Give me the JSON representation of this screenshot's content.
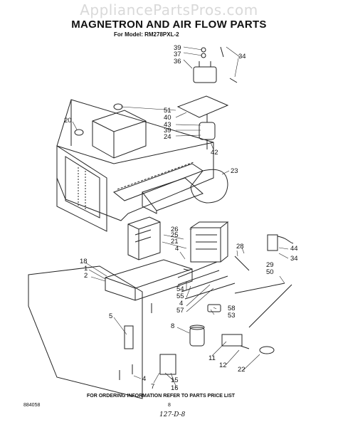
{
  "watermark": "AppliancePartsPros.com",
  "header": {
    "title": "MAGNETRON AND AIR FLOW PARTS",
    "model_line": "For Model: RM278PXL-2"
  },
  "footer": {
    "note": "FOR ORDERING INFORMATION REFER TO PARTS PRICE LIST",
    "doc_code": "884058",
    "page_number": "8",
    "handwritten": "127-D-8"
  },
  "callouts": {
    "c39a": "39",
    "c37": "37",
    "c36": "36",
    "c34a": "34",
    "c51": "51",
    "c40": "40",
    "c43": "43",
    "c39b": "39",
    "c24": "24",
    "c42": "42",
    "c20": "20",
    "c23": "23",
    "c26": "26",
    "c21": "21",
    "c25": "25",
    "c4a": "4",
    "c28": "28",
    "c44": "44",
    "c34b": "34",
    "c29": "29",
    "c50": "50",
    "c18": "18",
    "c1": "1",
    "c2": "2",
    "c54": "54",
    "c55": "55",
    "c4b": "4",
    "c57": "57",
    "c58": "58",
    "c53": "53",
    "c5": "5",
    "c8": "8",
    "c11": "11",
    "c12": "12",
    "c22": "22",
    "c4c": "4",
    "c7": "7",
    "c15": "15",
    "c16": "16"
  }
}
